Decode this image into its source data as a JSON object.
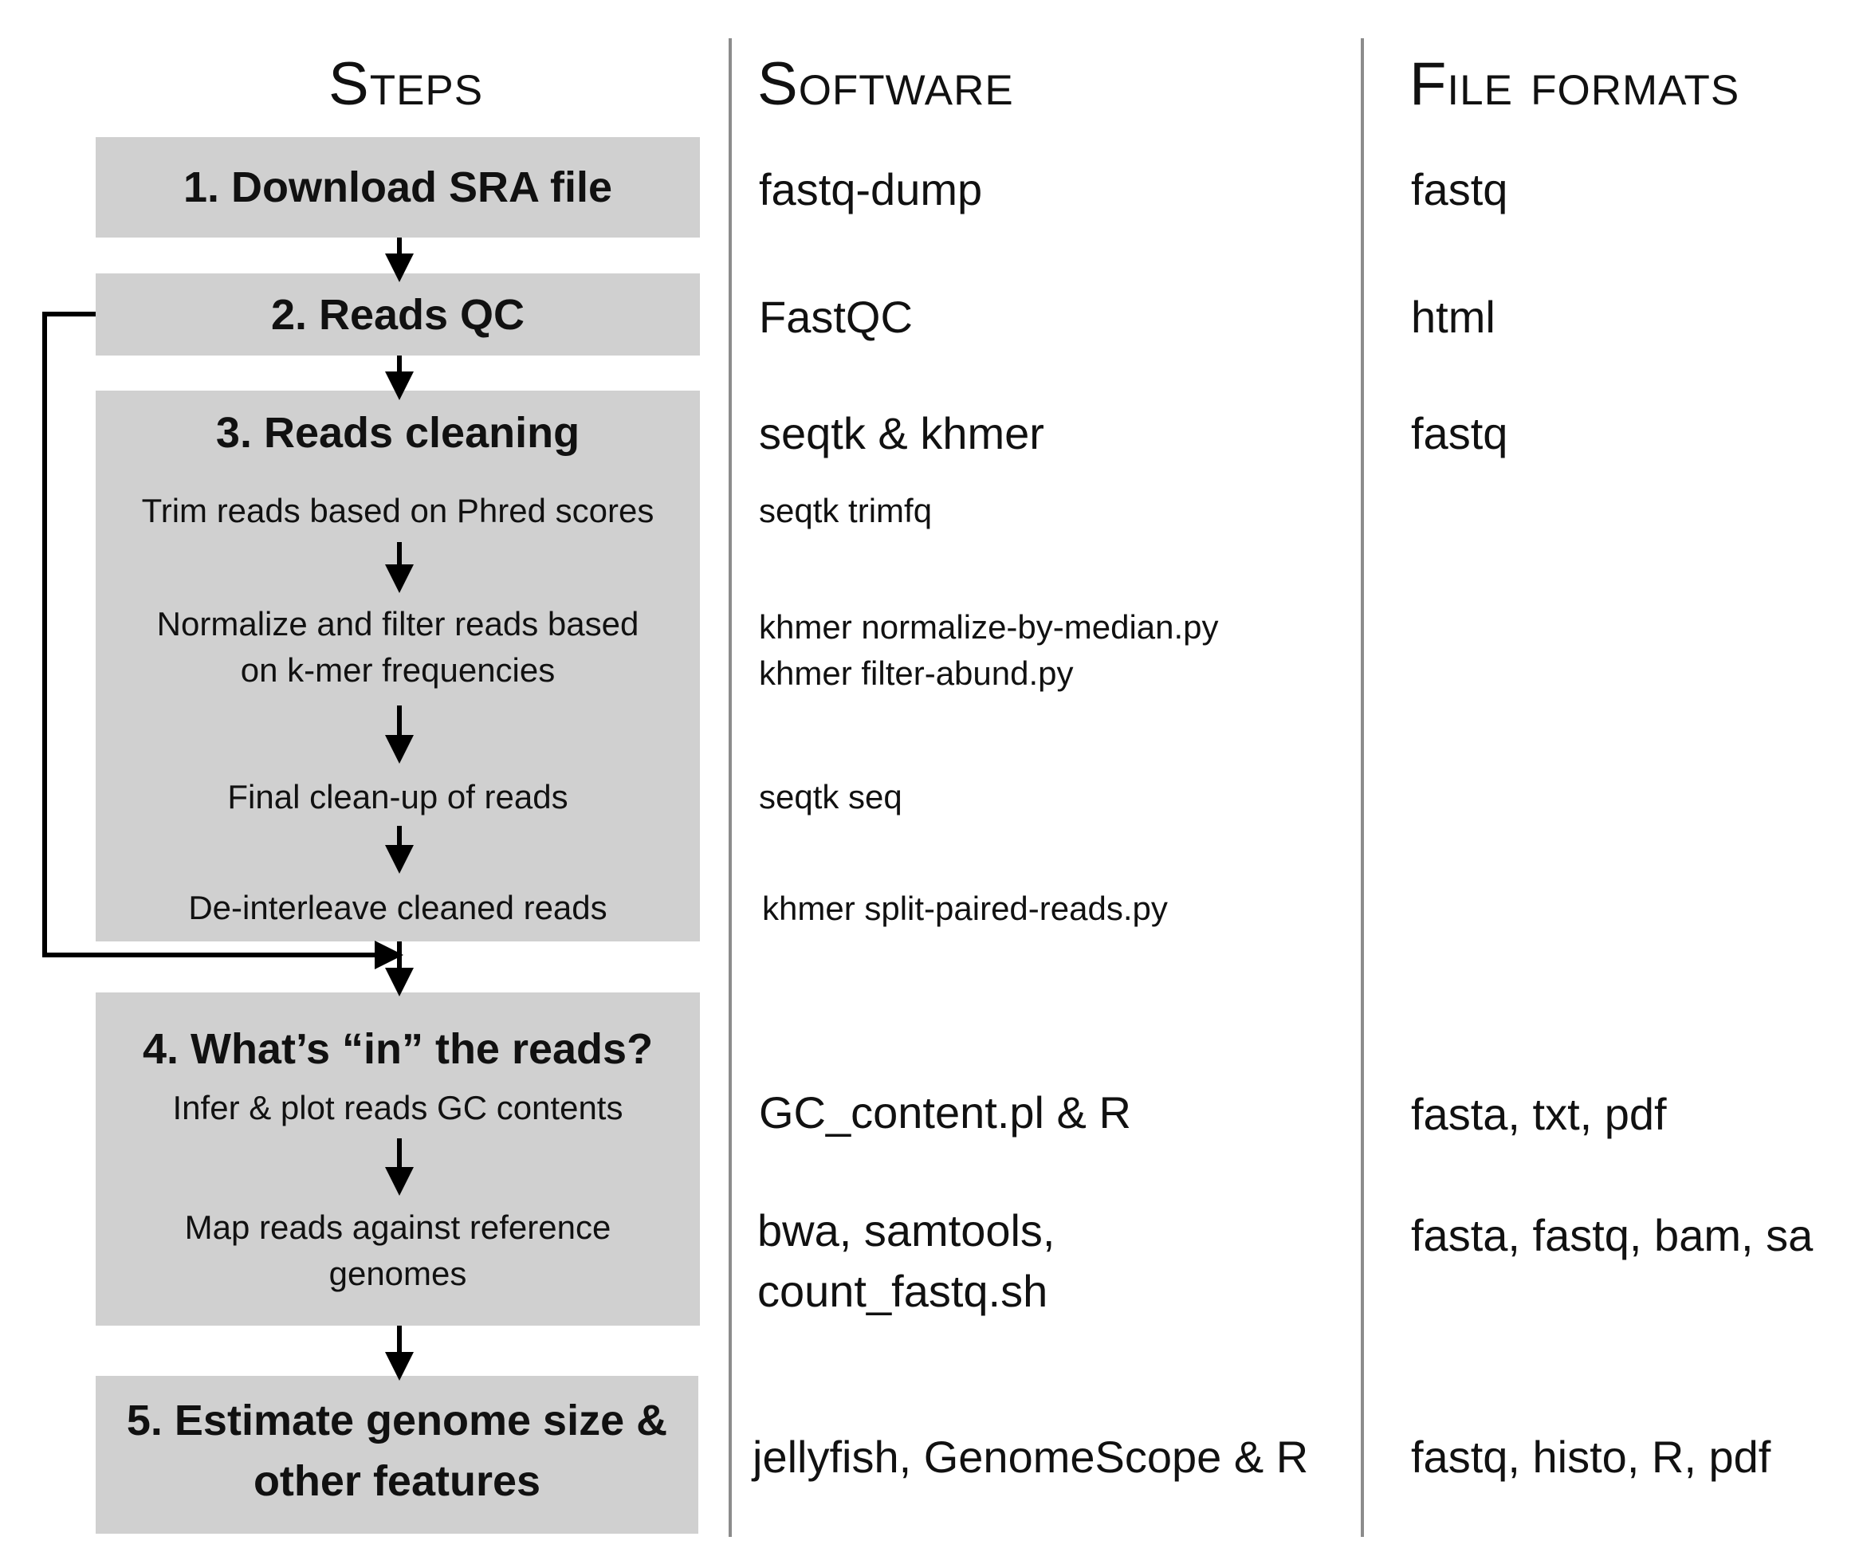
{
  "headers": {
    "steps": "Steps",
    "software": "Software",
    "file_formats": "File formats"
  },
  "steps": {
    "s1": {
      "title": "1. Download SRA file"
    },
    "s2": {
      "title": "2. Reads QC"
    },
    "s3": {
      "title": "3. Reads cleaning",
      "sub1": "Trim reads based on Phred scores",
      "sub2_line1": "Normalize and filter reads based",
      "sub2_line2": "on k-mer frequencies",
      "sub3": "Final clean-up of reads",
      "sub4": "De-interleave cleaned reads"
    },
    "s4": {
      "title": "4. What’s “in” the reads?",
      "sub1": "Infer & plot reads GC contents",
      "sub2_line1": "Map reads against reference",
      "sub2_line2": "genomes"
    },
    "s5": {
      "title_line1": "5. Estimate genome size &",
      "title_line2": "other features"
    }
  },
  "software": {
    "s1": "fastq-dump",
    "s2": "FastQC",
    "s3": "seqtk & khmer",
    "s3_sub1": "seqtk trimfq",
    "s3_sub2_line1": "khmer normalize-by-median.py",
    "s3_sub2_line2": "khmer filter-abund.py",
    "s3_sub3": "seqtk seq",
    "s3_sub4": "khmer split-paired-reads.py",
    "s4_sub1": "GC_content.pl & R",
    "s4_sub2_line1": "bwa, samtools,",
    "s4_sub2_line2": "count_fastq.sh",
    "s5": "jellyfish, GenomeScope & R"
  },
  "file_formats": {
    "s1": "fastq",
    "s2": "html",
    "s3": "fastq",
    "s4_sub1": "fasta, txt, pdf",
    "s4_sub2": "fasta, fastq, bam, sa",
    "s5": "fastq, histo, R, pdf"
  },
  "colors": {
    "box_fill": "#d0d0d0",
    "divider": "#8c8c8c",
    "arrow": "#000000"
  }
}
